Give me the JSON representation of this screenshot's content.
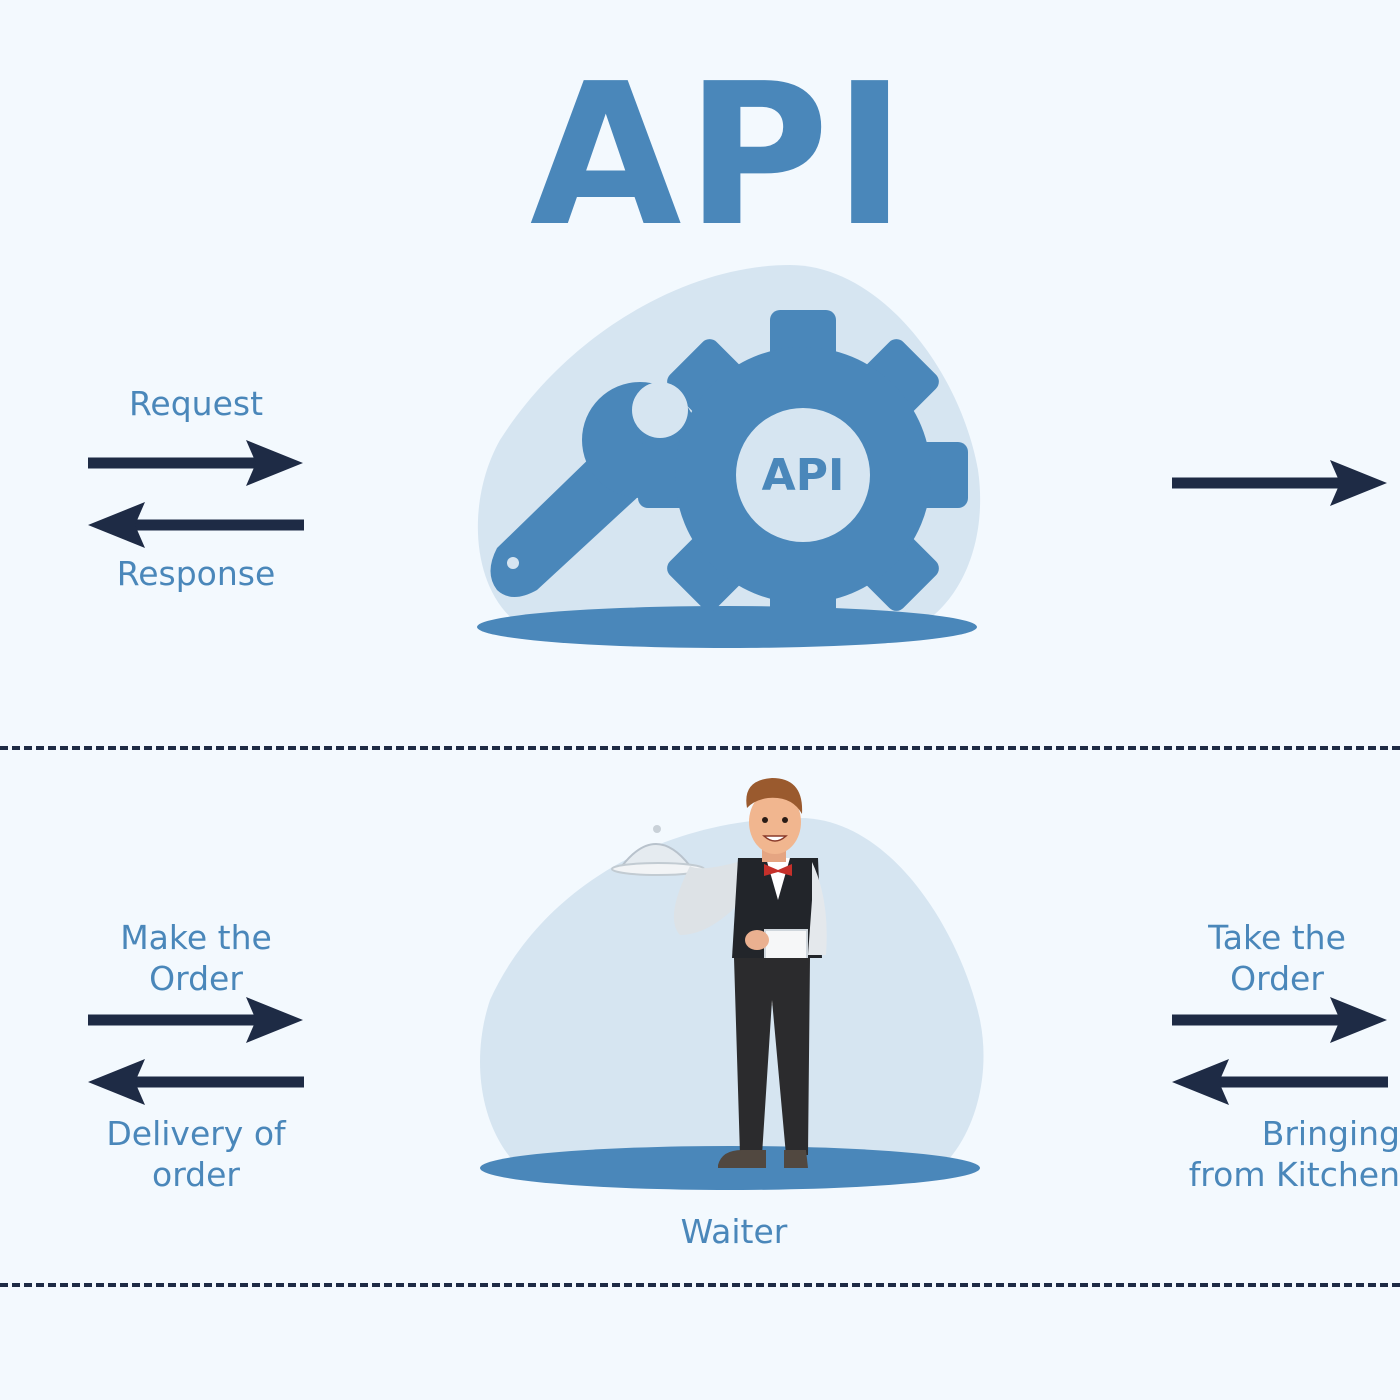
{
  "title": "API",
  "top_row": {
    "gear_label": "API",
    "request_label": "Request",
    "response_label": "Response"
  },
  "bottom_row": {
    "make_order_label": "Make the\nOrder",
    "delivery_label": "Delivery of\norder",
    "waiter_label": "Waiter",
    "take_order_label": "Take the\nOrder",
    "bringing_label": "Bringing\nfrom Kitchen"
  },
  "colors": {
    "background": "#f3f9fe",
    "accent_blue": "#4a87ba",
    "blob": "#d6e5f1",
    "arrow_navy": "#1e2b45"
  }
}
